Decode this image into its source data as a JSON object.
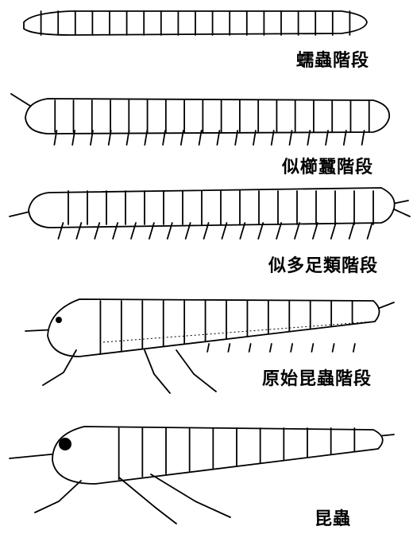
{
  "stages": [
    {
      "id": "larva",
      "label": "蠕蟲階段"
    },
    {
      "id": "onychophoran",
      "label": "似櫛蠶階段"
    },
    {
      "id": "myriapod",
      "label": "似多足類階段"
    },
    {
      "id": "proto-insect",
      "label": "原始昆蟲階段"
    },
    {
      "id": "insect",
      "label": "昆蟲"
    }
  ]
}
